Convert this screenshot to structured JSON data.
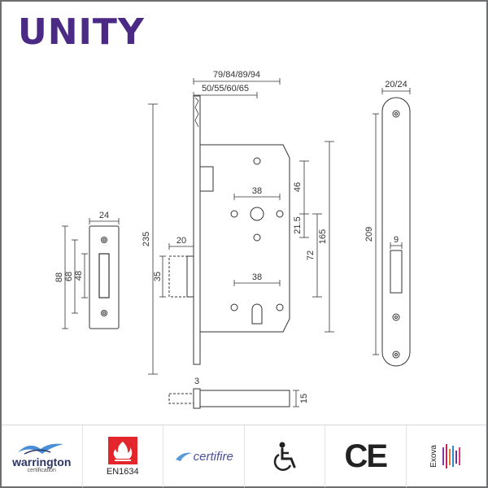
{
  "brand": {
    "name": "UNITY",
    "color": "#4b2a86"
  },
  "dimensions": {
    "backset_total": "79/84/89/94",
    "backset": "50/55/60/65",
    "forend_height": "235",
    "case_height": "165",
    "handle_to_top": "46",
    "follower_spacing": "21.5",
    "centres": "72",
    "follower_width": "38",
    "cylinder_width": "38",
    "latch_projection": "20",
    "latch_height": "35",
    "strike_width": "24",
    "strike_height": "88",
    "strike_hole_spacing": "68",
    "strike_slot_height": "48",
    "faceplate_width": "20/24",
    "faceplate_height": "209",
    "faceplate_slot": "9",
    "forend_thickness": "3",
    "case_depth": "15"
  },
  "certifications": [
    {
      "name": "warrington",
      "sub": "certification",
      "icon": "warrington-logo-icon"
    },
    {
      "name": "EN1634",
      "icon": "fire-flame-icon"
    },
    {
      "name": "certifire",
      "icon": "certifire-logo-icon"
    },
    {
      "name": "",
      "icon": "wheelchair-icon"
    },
    {
      "name": "CE",
      "icon": "ce-mark-icon"
    },
    {
      "name": "Exova",
      "icon": "exova-logo-icon"
    }
  ]
}
